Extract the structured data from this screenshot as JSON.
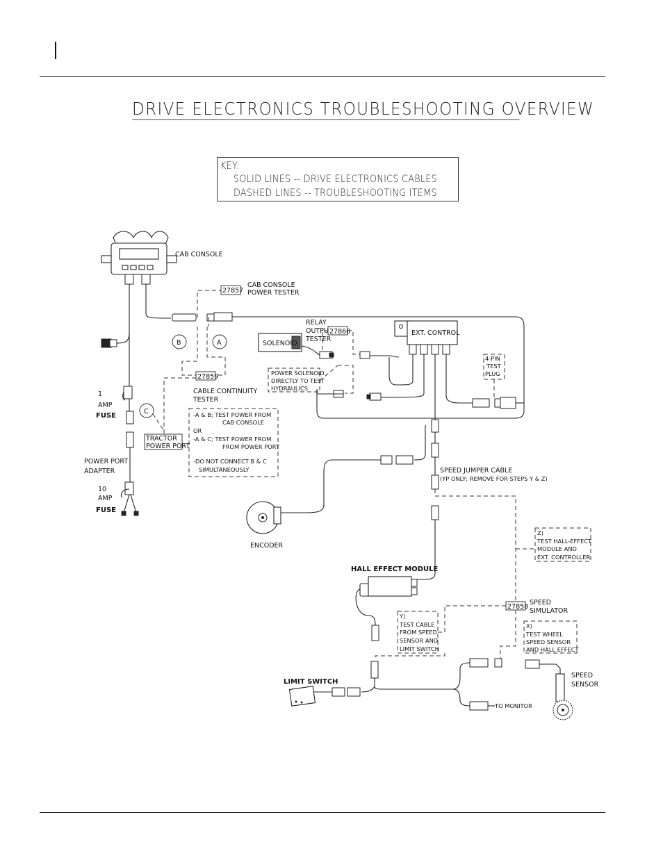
{
  "title": "DRIVE ELECTRONICS TROUBLESHOOTING OVERVIEW",
  "key": {
    "heading": "KEY:",
    "solid": "SOLID LINES  --  DRIVE ELECTRONICS CABLES",
    "dashed": "DASHED LINES  --  TROUBLESHOOTING ITEMS"
  },
  "labels": {
    "cab_console": "CAB CONSOLE",
    "tester_27857": "27857",
    "cab_console_power_tester": [
      "CAB CONSOLE",
      "POWER TESTER"
    ],
    "relay_output_tester": [
      "RELAY",
      "OUTPUT",
      "TESTER"
    ],
    "tester_27860": "27860",
    "solenoid": "SOLENOID",
    "ext_control": "EXT. CONTROL",
    "four_pin_test_plug": [
      "4-PIN",
      "TEST",
      "PLUG"
    ],
    "power_solenoid": [
      "POWER SOLENOID",
      "DIRECTLY TO TEST",
      "HYDRAULICS"
    ],
    "circle_a": "A",
    "circle_b": "B",
    "circle_c": "C",
    "tester_27859": "27859",
    "cable_continuity_tester": [
      "CABLE CONTINUITY",
      "TESTER"
    ],
    "continuity_notes": [
      "-A & B; TEST POWER FROM",
      "CAB CONSOLE",
      "OR",
      "-A & C; TEST POWER FROM",
      "FROM POWER PORT",
      "-DO NOT CONNECT B & C",
      "SIMULTANEOUSLY"
    ],
    "tractor_power_port": [
      "TRACTOR",
      "POWER PORT"
    ],
    "one_amp_fuse": [
      "1",
      "AMP",
      "FUSE"
    ],
    "power_port_adapter": [
      "POWER PORT",
      "ADAPTER"
    ],
    "ten_amp_fuse": [
      "10",
      "AMP",
      "FUSE"
    ],
    "speed_jumper_cable": "SPEED JUMPER CABLE",
    "speed_jumper_note": "(YP ONLY; REMOVE FOR STEPS Y & Z)",
    "encoder": "ENCODER",
    "hall_effect_module": "HALL EFFECT MODULE",
    "step_z": [
      "Z)",
      "TEST HALL-EFFECT",
      "MODULE AND",
      "EXT. CONTROLLER"
    ],
    "tester_27858": "27858",
    "speed_simulator": [
      "SPEED",
      "SIMULATOR"
    ],
    "step_y": [
      "Y)",
      "TEST CABLE",
      "FROM SPEED",
      "SENSOR AND",
      "LIMIT SWITCH"
    ],
    "step_x": [
      "X)",
      "TEST WHEEL",
      "SPEED SENSOR",
      "AND HALL EFFECT"
    ],
    "limit_switch": "LIMIT SWITCH",
    "speed_sensor": [
      "SPEED",
      "SENSOR"
    ],
    "to_monitor": "TO MONITOR"
  }
}
